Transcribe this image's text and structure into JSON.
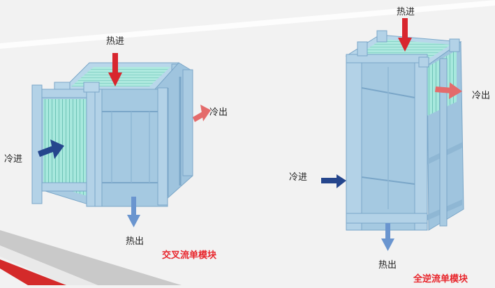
{
  "colors": {
    "background": "#f2f2f2",
    "frame": "#9fc4de",
    "frame_dark": "#7aa6c8",
    "core": "#9fe3d9",
    "hot_arrow": "#d8262e",
    "hot_out_arrow": "#6a95cf",
    "cold_in_arrow": "#25468d",
    "cold_out_arrow": "#e46b6b",
    "title_red": "#e8252b"
  },
  "cross_flow_module": {
    "title": "交叉流单模块",
    "hot_in": "热进",
    "hot_out": "热出",
    "cold_in": "冷进",
    "cold_out": "冷出"
  },
  "counter_flow_module": {
    "title": "全逆流单模块",
    "hot_in": "热进",
    "hot_out": "热出",
    "cold_in": "冷进",
    "cold_out": "冷出"
  }
}
